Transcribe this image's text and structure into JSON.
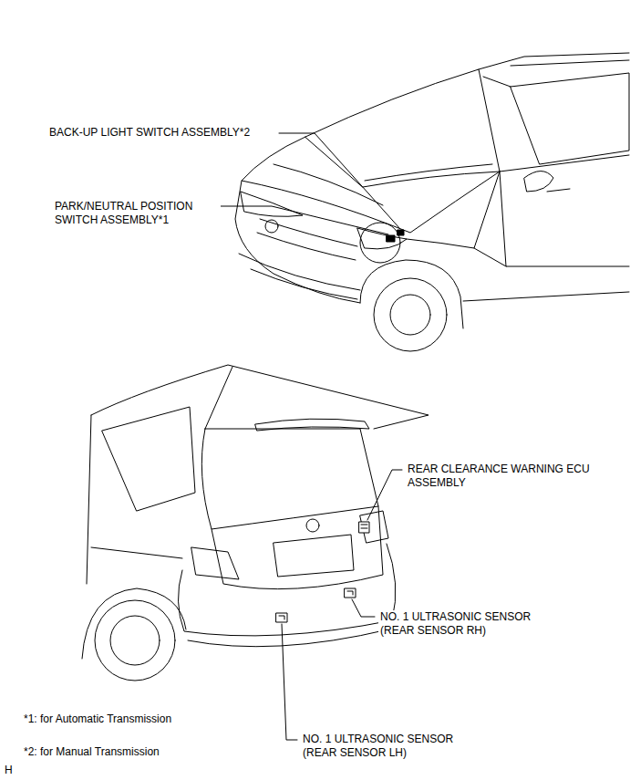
{
  "diagram": {
    "labels": [
      "BACK-UP LIGHT SWITCH ASSEMBLY*2",
      "PARK/NEUTRAL POSITION SWITCH ASSEMBLY*1",
      "REAR CLEARANCE WARNING ECU ASSEMBLY",
      "NO. 1 ULTRASONIC SENSOR (REAR SENSOR RH)",
      "NO. 1 ULTRASONIC SENSOR (REAR SENSOR LH)",
      "*1: for Automatic Transmission",
      "*2: for Manual Transmission",
      "H"
    ]
  }
}
